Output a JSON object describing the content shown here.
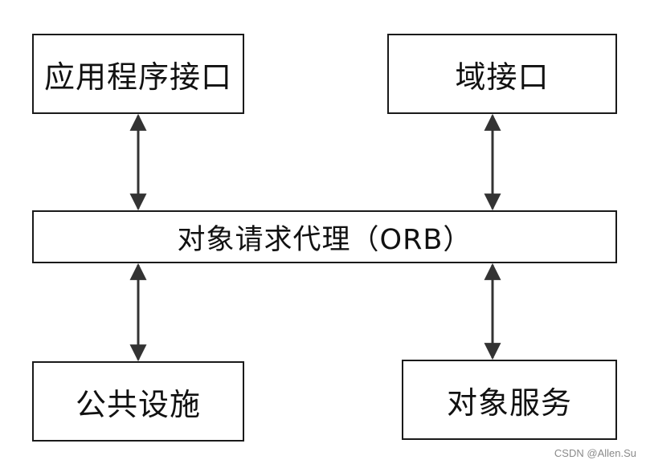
{
  "diagram": {
    "nodes": {
      "app_interface": "应用程序接口",
      "domain_interface": "域接口",
      "orb": "对象请求代理（ORB）",
      "common_facilities": "公共设施",
      "object_services": "对象服务"
    },
    "edges": [
      {
        "from": "app_interface",
        "to": "orb",
        "type": "bidirectional"
      },
      {
        "from": "domain_interface",
        "to": "orb",
        "type": "bidirectional"
      },
      {
        "from": "orb",
        "to": "common_facilities",
        "type": "bidirectional"
      },
      {
        "from": "orb",
        "to": "object_services",
        "type": "bidirectional"
      }
    ],
    "colors": {
      "stroke": "#1a1a1a",
      "arrow": "#333333",
      "background": "#ffffff"
    }
  },
  "watermark": "CSDN @Allen.Su"
}
